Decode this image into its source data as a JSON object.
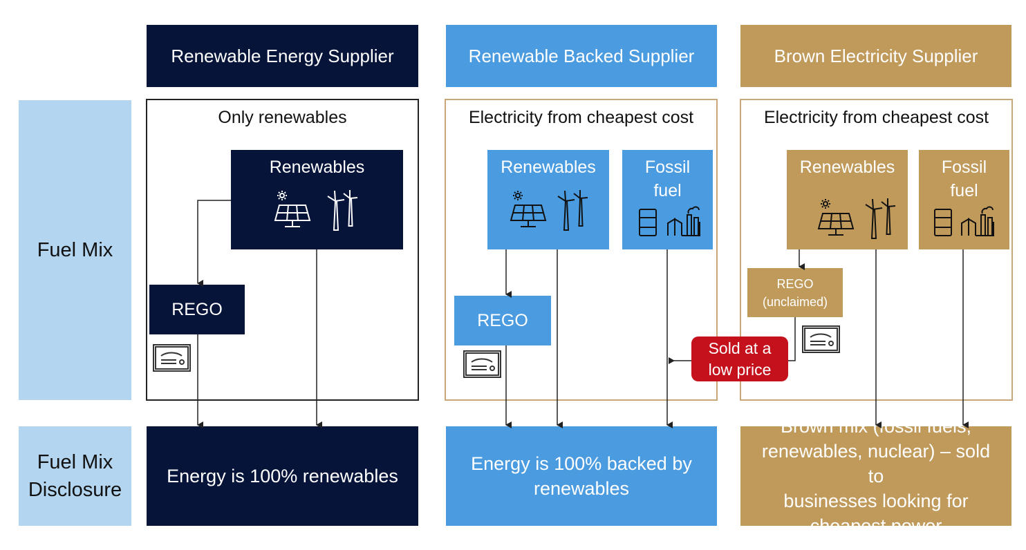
{
  "headers": {
    "col1": "Renewable Energy Supplier",
    "col2": "Renewable Backed Supplier",
    "col3": "Brown Electricity Supplier"
  },
  "rows": {
    "fuel_mix": "Fuel Mix",
    "disclosure_line1": "Fuel Mix",
    "disclosure_line2": "Disclosure"
  },
  "col1": {
    "title": "Only renewables",
    "renewables": "Renewables",
    "rego": "REGO",
    "disclosure": "Energy is 100% renewables"
  },
  "col2": {
    "title": "Electricity from cheapest cost",
    "renewables": "Renewables",
    "fossil_line1": "Fossil",
    "fossil_line2": "fuel",
    "rego": "REGO",
    "disclosure_line1": "Energy is 100% backed by",
    "disclosure_line2": "renewables"
  },
  "col3": {
    "title": "Electricity from cheapest cost",
    "renewables": "Renewables",
    "fossil_line1": "Fossil",
    "fossil_line2": "fuel",
    "rego_line1": "REGO",
    "rego_line2": "(unclaimed)",
    "disclosure_line1": "Brown mix (fossil fuels,",
    "disclosure_line2": "renewables, nuclear) – sold to",
    "disclosure_line3": "businesses looking for",
    "disclosure_line4": "cheapest power"
  },
  "sold": {
    "line1": "Sold at a",
    "line2": "low price"
  },
  "colors": {
    "navy": "#06143a",
    "sky": "#4a9be0",
    "gold": "#c09a5b",
    "light_blue": "#b3d5ef",
    "red": "#c4111b"
  },
  "icons": [
    "solar-panel-icon",
    "wind-turbine-icon",
    "oil-barrel-icon",
    "factory-icon",
    "certificate-icon"
  ]
}
